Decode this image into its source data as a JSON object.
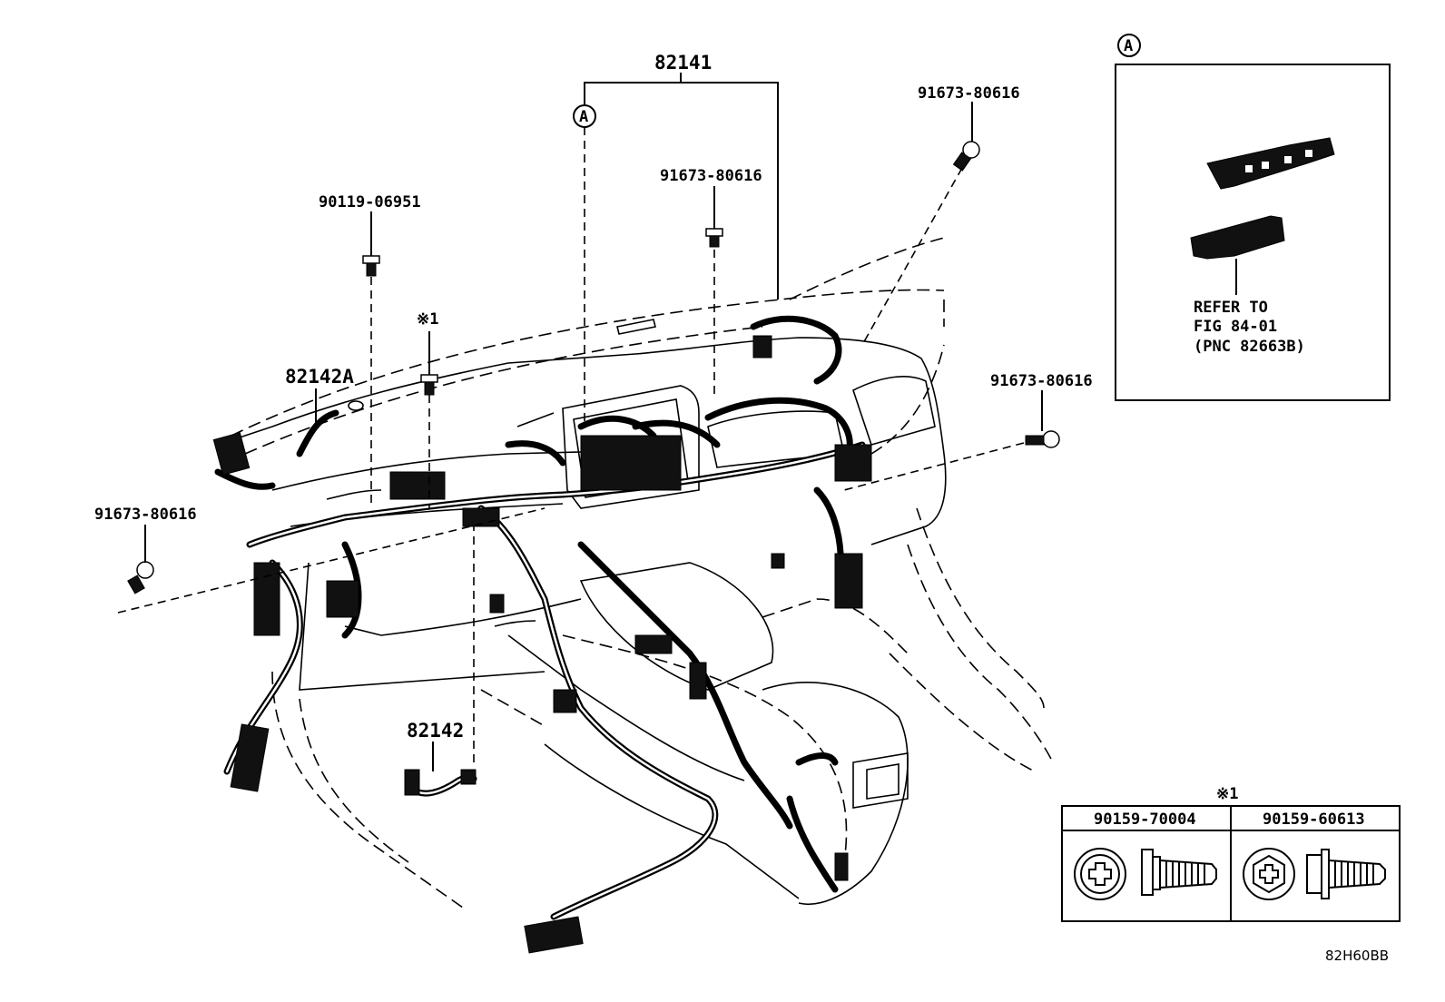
{
  "diagram_title_code": "82H60BB",
  "callouts": {
    "harness_main": "82141",
    "harness_a": "82142A",
    "harness_b": "82142",
    "bolt_top_left": "90119-06951",
    "clip_center": "91673-80616",
    "clip_top_right": "91673-80616",
    "clip_right": "91673-80616",
    "clip_left": "91673-80616",
    "note_mark": "※1",
    "view_marker": "A"
  },
  "detail_view": {
    "marker": "A",
    "refer_lines": [
      "REFER TO",
      "FIG 84-01",
      "(PNC 82663B)"
    ]
  },
  "note_table": {
    "mark": "※1",
    "columns": [
      {
        "part": "90159-70004",
        "head": "phillips-washer-screw-icon"
      },
      {
        "part": "90159-60613",
        "head": "hex-phillips-washer-bolt-icon"
      }
    ]
  }
}
